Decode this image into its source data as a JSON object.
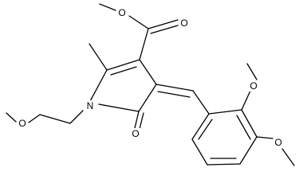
{
  "molecule": {
    "atoms": {
      "o_ester_carbonyl": "O",
      "o_ester_methoxy": "O",
      "n_ring": "N",
      "o_ring_carbonyl": "O",
      "o_ethoxy": "O",
      "o_aryl_methoxy_2": "O",
      "o_aryl_methoxy_3": "O"
    }
  }
}
